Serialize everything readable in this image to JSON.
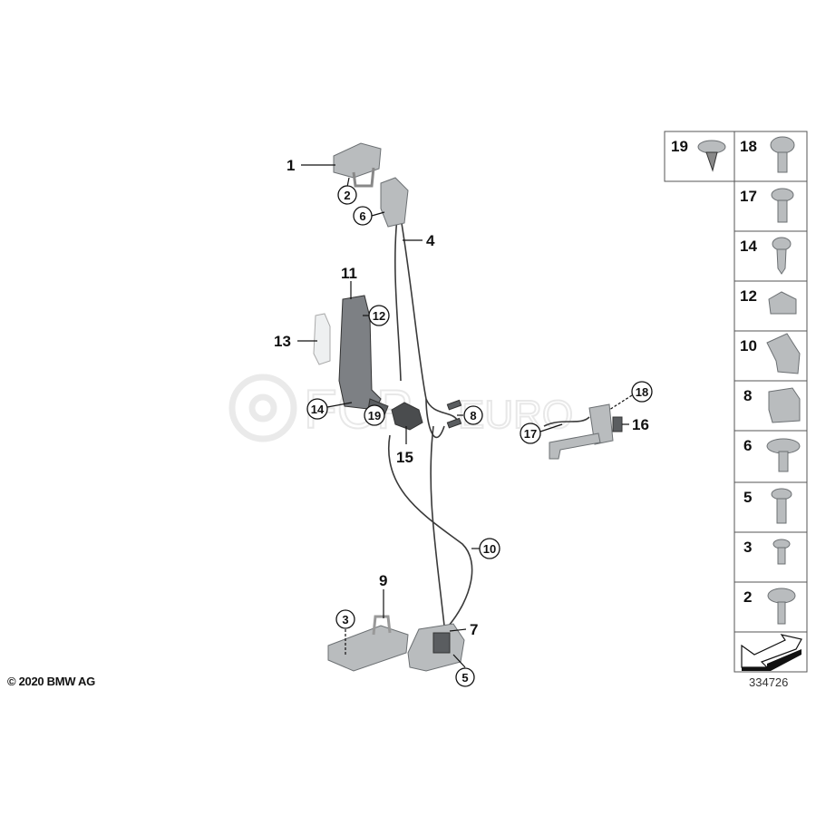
{
  "diagram": {
    "copyright": "© 2020 BMW AG",
    "drawing_number": "334726",
    "watermark": "FCP EURO",
    "callouts": {
      "p1": "1",
      "p2": "2",
      "p3": "3",
      "p4": "4",
      "p5": "5",
      "p6": "6",
      "p7": "7",
      "p8": "8",
      "p9": "9",
      "p10": "10",
      "p11": "11",
      "p12": "12",
      "p13": "13",
      "p14": "14",
      "p15": "15",
      "p16": "16",
      "p17": "17",
      "p18": "18",
      "p19": "19"
    },
    "hardware_panel": [
      "19",
      "18",
      "17",
      "14",
      "12",
      "10",
      "8",
      "6",
      "5",
      "3",
      "2"
    ]
  }
}
